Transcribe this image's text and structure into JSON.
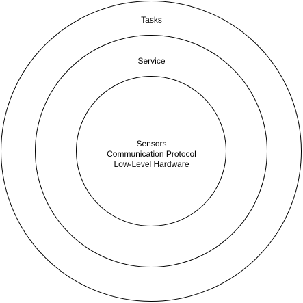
{
  "rings": {
    "outer": {
      "label": "Tasks"
    },
    "middle": {
      "label": "Service"
    },
    "inner": {
      "lines": [
        "Sensors",
        "Communication Protocol",
        "Low-Level Hardware"
      ]
    }
  },
  "colors": {
    "stroke": "#000000",
    "background": "#ffffff",
    "text": "#000000"
  }
}
